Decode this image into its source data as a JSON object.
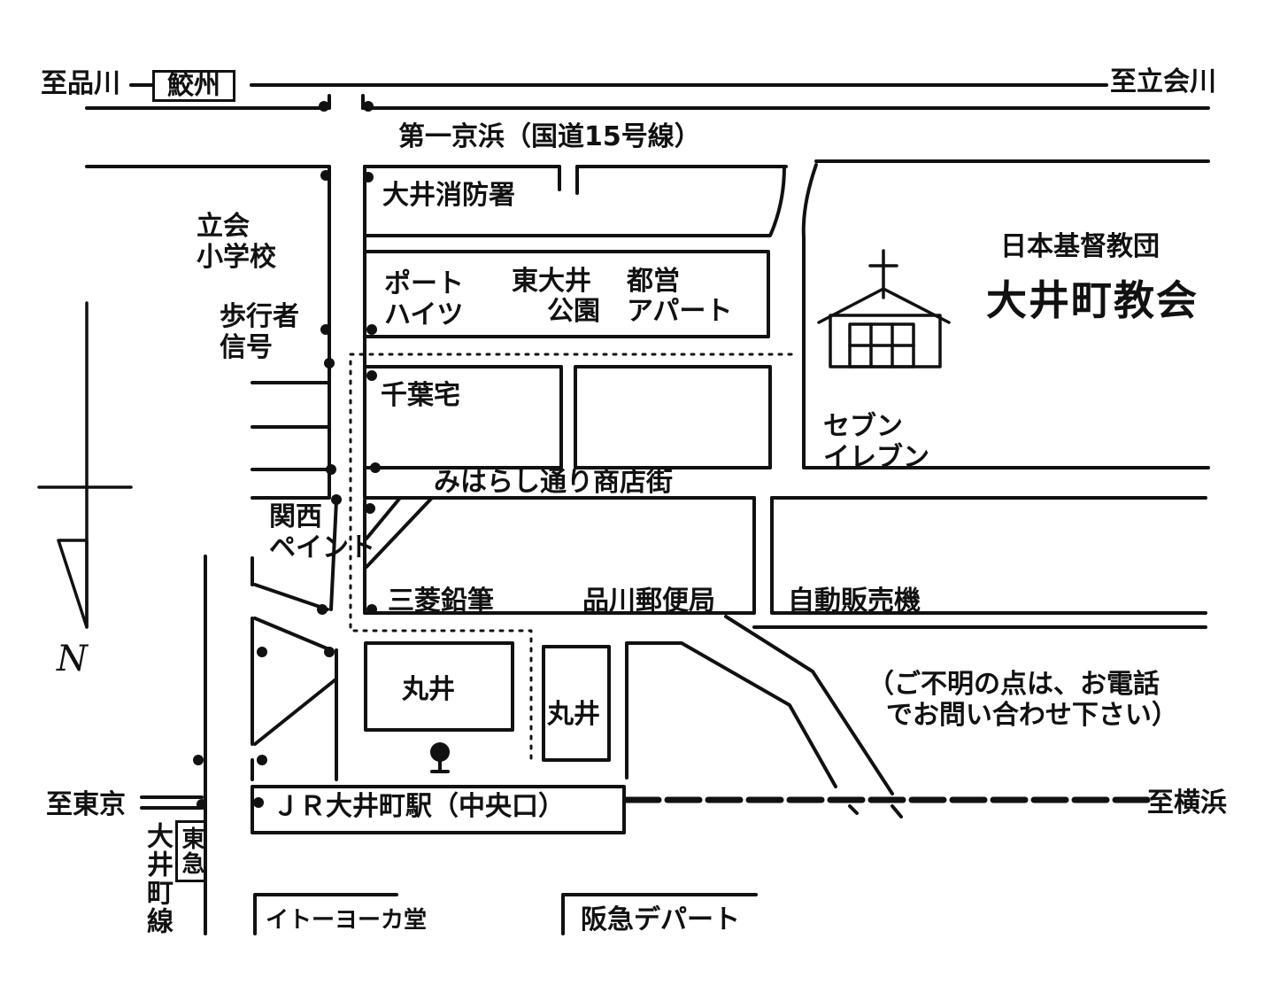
{
  "labels": {
    "to_shinagawa": "至品川",
    "samezu": "鮫州",
    "to_tachiaigawa": "至立会川",
    "route15": "第一京浜（国道15号線）",
    "fire_station": "大井消防署",
    "school": "立会\n小学校",
    "ped_signal": "歩行者\n信号",
    "port_heights": "ポート\nハイツ",
    "higashi_oi": "東大井",
    "park": "公園",
    "metro": "都営",
    "apartment": "アパート",
    "chiba": "千葉宅",
    "seven_eleven": "セブン\nイレブン",
    "mihara_street": "みはらし通り商店街",
    "kansai_paint": "関西\nペイント",
    "mitsubishi": "三菱鉛筆",
    "post_office": "品川郵便局",
    "vending": "自動販売機",
    "north": "N",
    "marui": "丸井",
    "note": "（ご不明の点は、お電話\n  でお問い合わせ下さい）",
    "to_tokyo": "至東京",
    "jr_station": "ＪＲ大井町駅（中央口）",
    "to_yokohama": "至横浜",
    "oimachi_line": "大井町線",
    "tokyu": "東急",
    "ito_yokado": "イトーヨーカ堂",
    "hankyu": "阪急デパート"
  },
  "church": {
    "org": "日本基督教団",
    "name": "大井町教会"
  },
  "colors": {
    "ink": "#111111",
    "paper": "#ffffff"
  }
}
